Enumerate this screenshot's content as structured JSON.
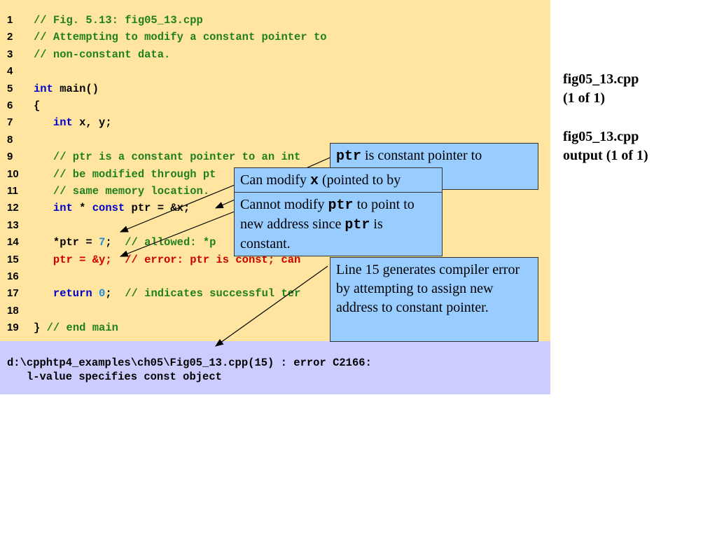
{
  "code": {
    "lines": [
      {
        "num": "1",
        "segments": [
          {
            "t": "// Fig. 5.13: fig05_13.cpp",
            "c": "c"
          }
        ]
      },
      {
        "num": "2",
        "segments": [
          {
            "t": "// Attempting to modify a constant pointer to",
            "c": "c"
          }
        ]
      },
      {
        "num": "3",
        "segments": [
          {
            "t": "// non-constant data.",
            "c": "c"
          }
        ]
      },
      {
        "num": "4",
        "segments": []
      },
      {
        "num": "5",
        "segments": [
          {
            "t": "int",
            "c": "k"
          },
          {
            "t": " main()",
            "c": "t"
          }
        ]
      },
      {
        "num": "6",
        "segments": [
          {
            "t": "{",
            "c": "t"
          }
        ]
      },
      {
        "num": "7",
        "segments": [
          {
            "t": "   ",
            "c": "t"
          },
          {
            "t": "int",
            "c": "k"
          },
          {
            "t": " x, y;",
            "c": "t"
          }
        ]
      },
      {
        "num": "8",
        "segments": []
      },
      {
        "num": "9",
        "segments": [
          {
            "t": "   // ptr is a constant pointer to an int",
            "c": "c"
          }
        ]
      },
      {
        "num": "10",
        "segments": [
          {
            "t": "   // be modified through pt",
            "c": "c"
          }
        ]
      },
      {
        "num": "11",
        "segments": [
          {
            "t": "   // same memory location.",
            "c": "c"
          }
        ]
      },
      {
        "num": "12",
        "segments": [
          {
            "t": "   ",
            "c": "t"
          },
          {
            "t": "int",
            "c": "k"
          },
          {
            "t": " * ",
            "c": "t"
          },
          {
            "t": "const",
            "c": "k"
          },
          {
            "t": " ptr = &x;",
            "c": "t"
          }
        ]
      },
      {
        "num": "13",
        "segments": []
      },
      {
        "num": "14",
        "segments": [
          {
            "t": "   *ptr = ",
            "c": "t"
          },
          {
            "t": "7",
            "c": "n"
          },
          {
            "t": ";  ",
            "c": "t"
          },
          {
            "t": "// allowed: *p",
            "c": "c"
          }
        ]
      },
      {
        "num": "15",
        "segments": [
          {
            "t": "   ptr = &y;  // error: ptr is const; can",
            "c": "err"
          }
        ]
      },
      {
        "num": "16",
        "segments": []
      },
      {
        "num": "17",
        "segments": [
          {
            "t": "   ",
            "c": "t"
          },
          {
            "t": "return",
            "c": "k"
          },
          {
            "t": " ",
            "c": "t"
          },
          {
            "t": "0",
            "c": "n"
          },
          {
            "t": ";  ",
            "c": "t"
          },
          {
            "t": "// indicates successful ter",
            "c": "c"
          }
        ]
      },
      {
        "num": "18",
        "segments": []
      },
      {
        "num": "19",
        "segments": [
          {
            "t": "} ",
            "c": "t"
          },
          {
            "t": "// end main",
            "c": "c"
          }
        ]
      }
    ]
  },
  "output": {
    "line1": "d:\\cpphtp4_examples\\ch05\\Fig05_13.cpp(15) : error C2166:",
    "line2": "   l-value specifies const object"
  },
  "side": {
    "file_label": "fig05_13.cpp\n(1 of 1)",
    "output_label": "fig05_13.cpp\noutput (1 of 1)"
  },
  "callouts": {
    "c1": {
      "code": "ptr",
      "text": " is constant pointer to"
    },
    "c2": {
      "pre": "Can modify ",
      "code": "x",
      "post": " (pointed to by"
    },
    "c3": {
      "pre": "Cannot modify ",
      "code1": "ptr",
      "mid": " to point to new address since ",
      "code2": "ptr",
      "post": " is constant."
    },
    "c4": {
      "text": "Line 15 generates compiler error by attempting to assign new address to constant pointer."
    }
  },
  "colors": {
    "code_bg": "#ffe59f",
    "output_bg": "#ccccff",
    "callout_bg": "#99ccff",
    "comment": "#208020",
    "keyword": "#0000cc",
    "error": "#cc0000"
  }
}
